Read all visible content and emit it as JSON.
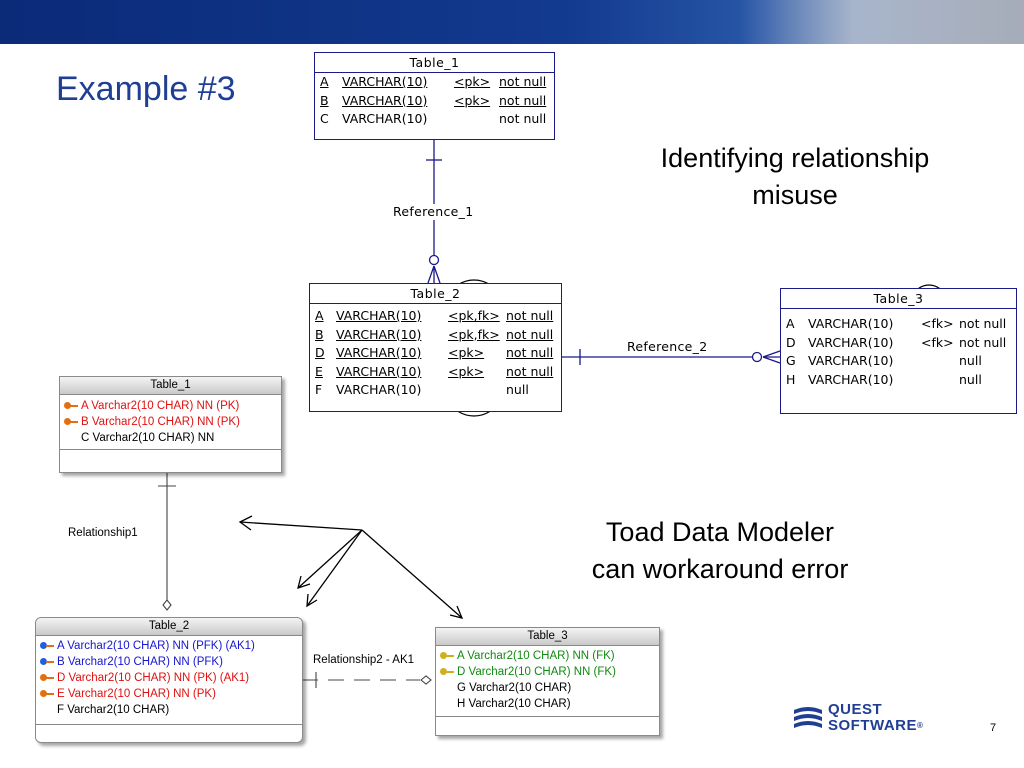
{
  "slide": {
    "title": "Example #3",
    "caption_top_line1": "Identifying relationship",
    "caption_top_line2": "misuse",
    "caption_bottom_line1": "Toad Data Modeler",
    "caption_bottom_line2": "can workaround error",
    "page_number": "7"
  },
  "logo": {
    "line1": "QUEST",
    "line2": "SOFTWARE",
    "mark": "®"
  },
  "er_upper": {
    "table1": {
      "title": "Table_1",
      "rows": [
        {
          "name": "A",
          "type": "VARCHAR(10)",
          "key": "<pk>",
          "null": "not null"
        },
        {
          "name": "B",
          "type": "VARCHAR(10)",
          "key": "<pk>",
          "null": "not null"
        },
        {
          "name": "C",
          "type": "VARCHAR(10)",
          "key": "",
          "null": "not null"
        }
      ]
    },
    "table2": {
      "title": "Table_2",
      "rows": [
        {
          "name": "A",
          "type": "VARCHAR(10)",
          "key": "<pk,fk>",
          "null": "not null"
        },
        {
          "name": "B",
          "type": "VARCHAR(10)",
          "key": "<pk,fk>",
          "null": "not null"
        },
        {
          "name": "D",
          "type": "VARCHAR(10)",
          "key": "<pk>",
          "null": "not null"
        },
        {
          "name": "E",
          "type": "VARCHAR(10)",
          "key": "<pk>",
          "null": "not null"
        },
        {
          "name": "F",
          "type": "VARCHAR(10)",
          "key": "",
          "null": "null"
        }
      ]
    },
    "table3": {
      "title": "Table_3",
      "rows": [
        {
          "name": "A",
          "type": "VARCHAR(10)",
          "key": "<fk>",
          "null": "not null"
        },
        {
          "name": "D",
          "type": "VARCHAR(10)",
          "key": "<fk>",
          "null": "not null"
        },
        {
          "name": "G",
          "type": "VARCHAR(10)",
          "key": "",
          "null": "null"
        },
        {
          "name": "H",
          "type": "VARCHAR(10)",
          "key": "",
          "null": "null"
        }
      ]
    },
    "reference1": "Reference_1",
    "reference2": "Reference_2"
  },
  "er_lower": {
    "table1": {
      "title": "Table_1",
      "rows": [
        {
          "key": "pk",
          "text": "A Varchar2(10 CHAR) NN (PK)",
          "color": "#e01010"
        },
        {
          "key": "pk",
          "text": "B Varchar2(10 CHAR) NN (PK)",
          "color": "#e01010"
        },
        {
          "key": "",
          "text": "C Varchar2(10 CHAR) NN",
          "color": "#000000"
        }
      ]
    },
    "table2": {
      "title": "Table_2",
      "rows": [
        {
          "key": "pfk",
          "text": "A Varchar2(10 CHAR) NN (PFK)   (AK1)",
          "color": "#1515d0"
        },
        {
          "key": "pfk",
          "text": "B Varchar2(10 CHAR) NN (PFK)",
          "color": "#1515d0"
        },
        {
          "key": "pk",
          "text": "D Varchar2(10 CHAR) NN (PK)     (AK1)",
          "color": "#e01010"
        },
        {
          "key": "pk",
          "text": "E Varchar2(10 CHAR) NN (PK)",
          "color": "#e01010"
        },
        {
          "key": "",
          "text": "F Varchar2(10 CHAR)",
          "color": "#000000"
        }
      ]
    },
    "table3": {
      "title": "Table_3",
      "rows": [
        {
          "key": "fk",
          "text": "A Varchar2(10 CHAR) NN (FK)",
          "color": "#108a10"
        },
        {
          "key": "fk",
          "text": "D Varchar2(10 CHAR) NN (FK)",
          "color": "#108a10"
        },
        {
          "key": "",
          "text": "G Varchar2(10 CHAR)",
          "color": "#000000"
        },
        {
          "key": "",
          "text": "H Varchar2(10 CHAR)",
          "color": "#000000"
        }
      ]
    },
    "relationship1": "Relationship1",
    "relationship2": "Relationship2 - AK1"
  },
  "colors": {
    "title_blue": "#1f3e94",
    "er_line_blue": "#1a1a8a",
    "pk_red": "#e01010",
    "pfk_blue": "#1515d0",
    "fk_green": "#108a10",
    "ellipse_border": "#000000"
  }
}
